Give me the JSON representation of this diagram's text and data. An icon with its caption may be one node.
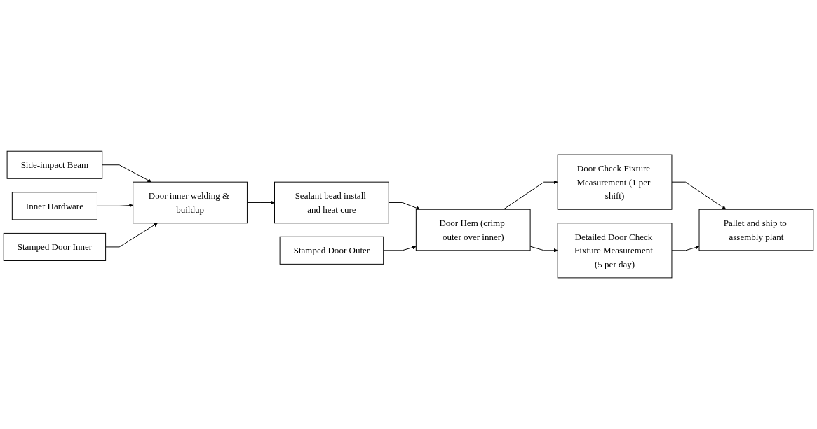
{
  "diagram": {
    "nodes": [
      {
        "text": [
          "Side-impact Beam"
        ]
      },
      {
        "text": [
          "Inner Hardware"
        ]
      },
      {
        "text": [
          "Stamped Door Inner"
        ]
      },
      {
        "text": [
          "Door inner welding & buildup"
        ]
      },
      {
        "text": [
          "Sealant bead install and heat cure"
        ]
      },
      {
        "text": [
          "Stamped Door Outer"
        ]
      },
      {
        "text": [
          "Door Hem (crimp outer over inner)"
        ]
      },
      {
        "text": [
          "Door Check Fixture Measurement (1 per shift)"
        ]
      },
      {
        "text": [
          "Pallet and ship to assembly plant"
        ]
      },
      {
        "text": [
          "Detailed Door Check Fixture Measurement (5 per day)"
        ]
      }
    ],
    "edges": [
      {
        "from": 0,
        "to": 3,
        "arrow": "to"
      },
      {
        "from": 1,
        "to": 3,
        "arrow": "to"
      },
      {
        "from": 2,
        "to": 3,
        "arrow": "to"
      },
      {
        "from": 3,
        "to": 4,
        "arrow": "to"
      },
      {
        "from": 4,
        "to": 6,
        "arrow": "to"
      },
      {
        "from": 5,
        "to": 6,
        "arrow": "to"
      },
      {
        "from": 6,
        "to": 7,
        "arrow": "to"
      },
      {
        "from": 6,
        "to": 9,
        "arrow": "to"
      },
      {
        "from": 7,
        "to": 8,
        "arrow": "to"
      },
      {
        "from": 9,
        "to": 8,
        "arrow": "to"
      }
    ]
  }
}
